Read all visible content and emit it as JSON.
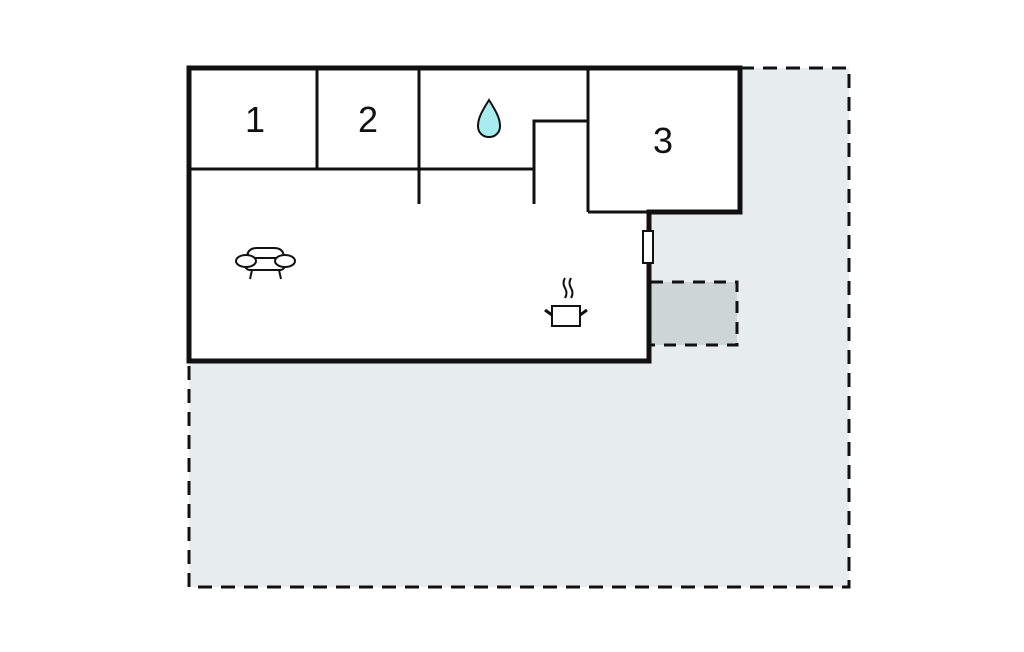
{
  "floorplan": {
    "colors": {
      "wall": "#111111",
      "terrace": "#e7eded",
      "carport": "#cdd5d5",
      "room_fill": "#ffffff",
      "water_drop": "#a9ecf0"
    },
    "rooms": [
      {
        "id": "bedroom-1",
        "label": "1"
      },
      {
        "id": "bedroom-2",
        "label": "2"
      },
      {
        "id": "bathroom",
        "label": "",
        "icon": "water-drop-icon"
      },
      {
        "id": "bedroom-3",
        "label": "3"
      },
      {
        "id": "living-kitchen",
        "label": "",
        "icons": [
          "sofa-icon",
          "cooking-pot-icon"
        ]
      }
    ],
    "outdoor": [
      {
        "id": "terrace",
        "style": "dashed"
      },
      {
        "id": "carport",
        "style": "dashed"
      }
    ]
  }
}
